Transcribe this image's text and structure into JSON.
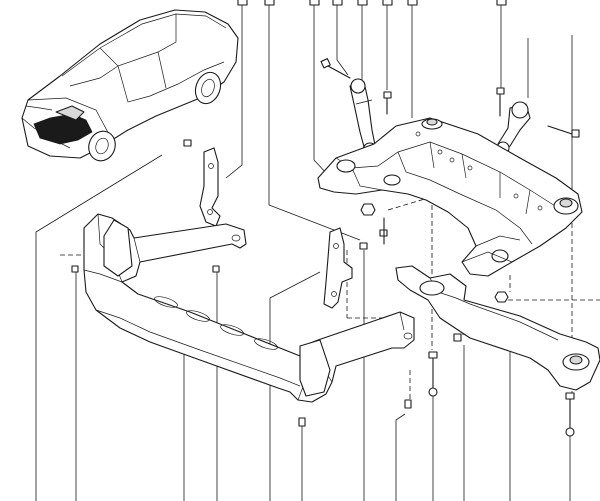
{
  "diagram": {
    "kind": "exploded-parts-view",
    "subject_icon": "car-sedan-icon",
    "callouts": [
      {
        "id": "c1",
        "label": ""
      },
      {
        "id": "c2",
        "label": ""
      },
      {
        "id": "c3",
        "label": ""
      },
      {
        "id": "c4",
        "label": ""
      },
      {
        "id": "c5",
        "label": ""
      },
      {
        "id": "c6",
        "label": ""
      },
      {
        "id": "c7",
        "label": ""
      },
      {
        "id": "c8",
        "label": ""
      }
    ],
    "parts": [
      {
        "name": "front-subframe",
        "icon": "subframe-icon"
      },
      {
        "name": "front-crossmember-beam",
        "icon": "beam-icon"
      },
      {
        "name": "lower-tie-bar",
        "icon": "tie-bar-icon"
      },
      {
        "name": "left-bracket",
        "icon": "bracket-icon"
      },
      {
        "name": "right-bracket",
        "icon": "bracket-icon"
      },
      {
        "name": "stabilizer-link-left",
        "icon": "link-rod-icon"
      },
      {
        "name": "stabilizer-link-right",
        "icon": "link-rod-icon"
      },
      {
        "name": "mounting-bolts",
        "icon": "bolt-icon"
      },
      {
        "name": "nuts",
        "icon": "nut-icon"
      }
    ]
  }
}
